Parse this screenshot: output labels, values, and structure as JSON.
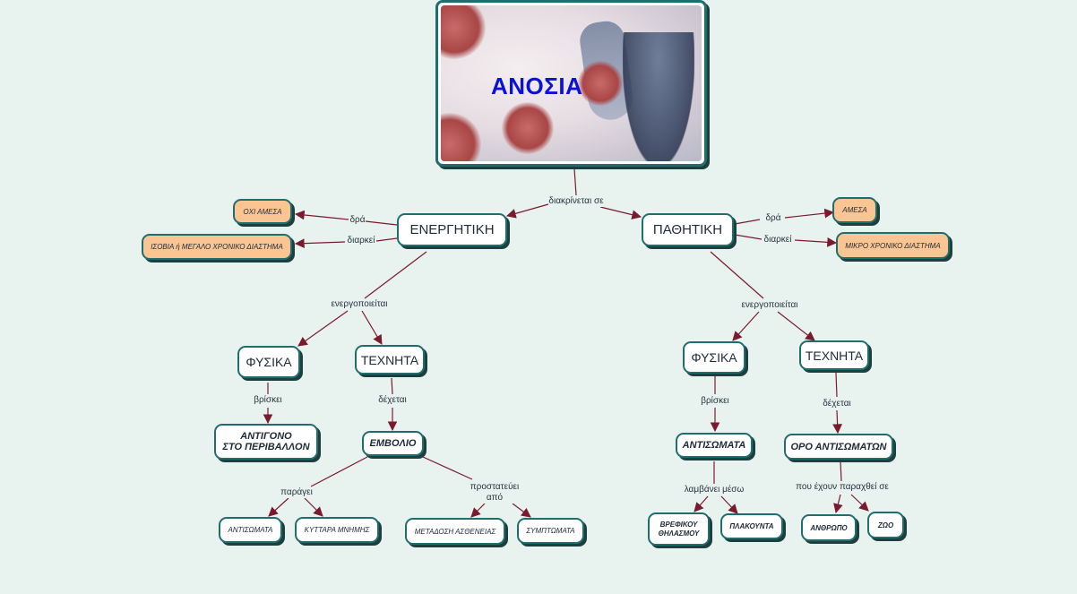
{
  "title": "ΑΝΟΣΙΑ",
  "colors": {
    "background": "#e8f3f0",
    "node_border": "#1f6e6e",
    "node_fill": "#ffffff",
    "highlight_fill": "#fac593",
    "connector": "#7a1a2e",
    "title_text": "#0b12d6"
  },
  "root_link_label": "διακρίνεται σε",
  "active": {
    "label": "ΕΝΕΡΓΗΤΙΚΗ",
    "acts_label": "δρά",
    "acts_value": "ΟΧΙ ΑΜΕΣΑ",
    "lasts_label": "διαρκεί",
    "lasts_value": "ΙΣΟΒΙΑ ή ΜΕΓΑΛΟ ΧΡΟΝΙΚΟ ΔΙΑΣΤΗΜΑ",
    "activated_label": "ενεργοποιείται",
    "natural": {
      "label": "ΦΥΣΙΚΑ",
      "link_label": "βρίσκει",
      "target_line1": "ΑΝΤΙΓΟΝΟ",
      "target_line2": "ΣΤΟ ΠΕΡΙΒΑΛΛΟΝ"
    },
    "artificial": {
      "label": "ΤΕΧΝΗΤΑ",
      "link_label": "δέχεται",
      "target": "ΕΜΒΟΛΙΟ",
      "produces_label": "παράγει",
      "produces": [
        "ΑΝΤΙΣΩΜΑΤΑ",
        "ΚΥΤΤΑΡΑ ΜΝΗΜΗΣ"
      ],
      "protects_label_line1": "προστατεύει",
      "protects_label_line2": "από",
      "protects": [
        "ΜΕΤΑΔΟΣΗ ΑΣΘΕΝΕΙΑΣ",
        "ΣΥΜΠΤΩΜΑΤΑ"
      ]
    }
  },
  "passive": {
    "label": "ΠΑΘΗΤΙΚΗ",
    "acts_label": "δρά",
    "acts_value": "ΑΜΕΣΑ",
    "lasts_label": "διαρκεί",
    "lasts_value": "ΜΙΚΡΟ ΧΡΟΝΙΚΟ ΔΙΑΣΤΗΜΑ",
    "activated_label": "ενεργοποιείται",
    "natural": {
      "label": "ΦΥΣΙΚΑ",
      "link_label": "βρίσκει",
      "target": "ΑΝΤΙΣΩΜΑΤΑ",
      "via_label": "λαμβάνει μέσω",
      "via_line1": "ΒΡΕΦΙΚΟΥ",
      "via_line2": "ΘΗΛΑΣΜΟΥ",
      "via_other": "ΠΛΑΚΟΥΝΤΑ"
    },
    "artificial": {
      "label": "ΤΕΧΝΗΤΑ",
      "link_label": "δέχεται",
      "target": "ΟΡΟ ΑΝΤΙΣΩΜΑΤΩΝ",
      "source_label": "που έχουν παραχθεί σε",
      "sources": [
        "ΑΝΘΡΩΠΟ",
        "ΖΩΟ"
      ]
    }
  }
}
